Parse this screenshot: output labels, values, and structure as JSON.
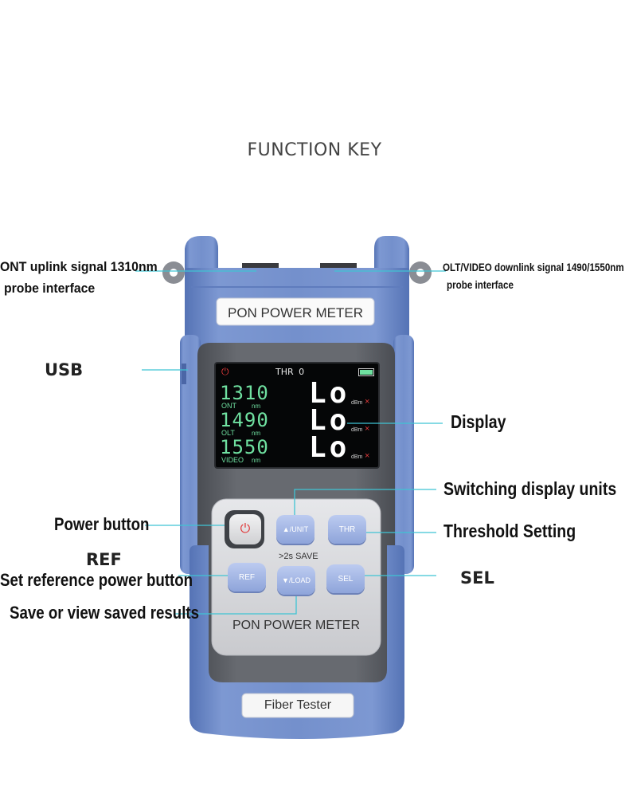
{
  "title": "FUNCTION KEY",
  "callouts": {
    "ont_line1": "ONT uplink signal 1310nm",
    "ont_line2": "probe interface",
    "olt_line1": "OLT/VIDEO downlink signal 1490/1550nm",
    "olt_line2": "probe interface",
    "usb": "USB",
    "display": "Display",
    "switching_units": "Switching display units",
    "power_button": "Power button",
    "threshold": "Threshold Setting",
    "ref": "REF",
    "set_reference": "Set reference power button",
    "sel": "SEL",
    "save_view": "Save or view saved results"
  },
  "device": {
    "top_label": "PON POWER METER",
    "panel_label": "PON POWER METER",
    "bottom_label": "Fiber Tester",
    "hold_hint": ">2s SAVE",
    "buttons": {
      "unit": "▲/UNIT",
      "thr": "THR",
      "ref": "REF",
      "load": "▼/LOAD",
      "sel": "SEL"
    }
  },
  "screen": {
    "thr_indicator": "THR",
    "thr_value": "0",
    "rows": [
      {
        "wavelength": "1310",
        "name": "ONT",
        "unit_nm": "nm",
        "reading": "Lo",
        "unit": "dBm",
        "status": "×"
      },
      {
        "wavelength": "1490",
        "name": "OLT",
        "unit_nm": "nm",
        "reading": "Lo",
        "unit": "dBm",
        "status": "×"
      },
      {
        "wavelength": "1550",
        "name": "VIDEO",
        "unit_nm": "nm",
        "reading": "Lo",
        "unit": "dBm",
        "status": "×"
      }
    ]
  },
  "colors": {
    "body_blue": "#6f8cc7",
    "face_gray": "#5e6167",
    "panel_gray": "#d9dade",
    "lcd_green": "#6fe0a0",
    "callout_line": "#3fc4d4",
    "power_red": "#e0393a"
  }
}
